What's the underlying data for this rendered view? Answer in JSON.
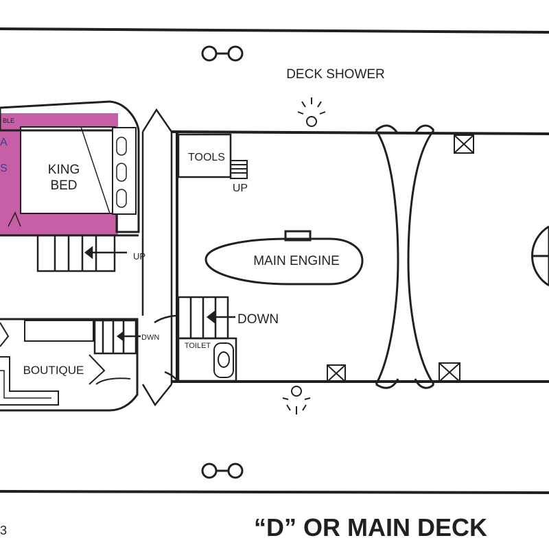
{
  "title": "“D” OR MAIN DECK",
  "page_number": "3",
  "colors": {
    "line": "#231f20",
    "cabin_accent": "#c75fa6",
    "cabin_text": "#3b3b9a",
    "background": "#ffffff"
  },
  "labels": {
    "deck_shower": "DECK SHOWER",
    "king_bed_line1": "KING",
    "king_bed_line2": "BED",
    "table": "BLE",
    "cabin_letter_a": "A",
    "cabin_letter_s": "S",
    "tools": "TOOLS",
    "up_tools": "UP",
    "up_cabin": "UP",
    "main_engine": "MAIN ENGINE",
    "down_engine": "DOWN",
    "down_boutique": "DWN",
    "toilet": "TOILET",
    "boutique": "BOUTIQUE"
  },
  "icons": [
    "bollard-icon",
    "shower-lamp-icon",
    "hatch-icon",
    "stairs-icon",
    "toilet-icon",
    "door-swing-icon"
  ]
}
